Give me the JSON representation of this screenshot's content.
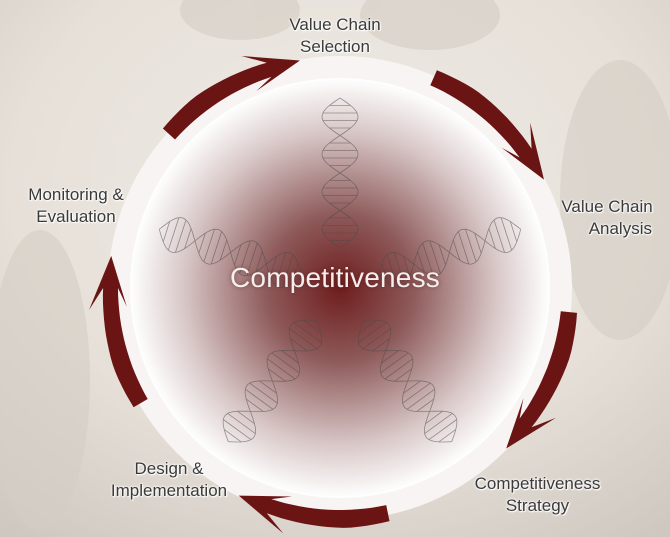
{
  "center": {
    "label": "Competitiveness"
  },
  "stages": [
    {
      "key": "selection",
      "line1": "Value Chain",
      "line2": "Selection"
    },
    {
      "key": "analysis",
      "line1": "Value Chain",
      "line2": "Analysis"
    },
    {
      "key": "strategy",
      "line1": "Competitiveness",
      "line2": "Strategy"
    },
    {
      "key": "design",
      "line1": "Design &",
      "line2": "Implementation"
    },
    {
      "key": "monitoring",
      "line1": "Monitoring &",
      "line2": "Evaluation"
    }
  ],
  "colors": {
    "arrow": "#6b1414",
    "core": "#6e1d1d",
    "background": "#e8e3dc"
  }
}
